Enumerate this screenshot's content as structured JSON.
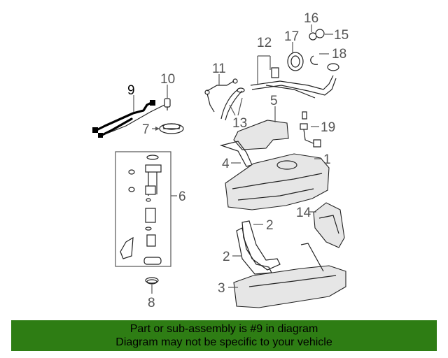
{
  "diagram": {
    "callouts": {
      "c1": "1",
      "c2a": "2",
      "c2b": "2",
      "c3": "3",
      "c4": "4",
      "c5": "5",
      "c6": "6",
      "c7": "7",
      "c8": "8",
      "c9": "9",
      "c10": "10",
      "c11": "11",
      "c12": "12",
      "c13": "13",
      "c14": "14",
      "c15": "15",
      "c16": "16",
      "c17": "17",
      "c18": "18",
      "c19": "19"
    },
    "highlighted_part": "9"
  },
  "banner": {
    "line1": "Part or sub-assembly is #9 in diagram",
    "line2": "Diagram may not be specific to your vehicle",
    "color": "#2e7d14"
  }
}
